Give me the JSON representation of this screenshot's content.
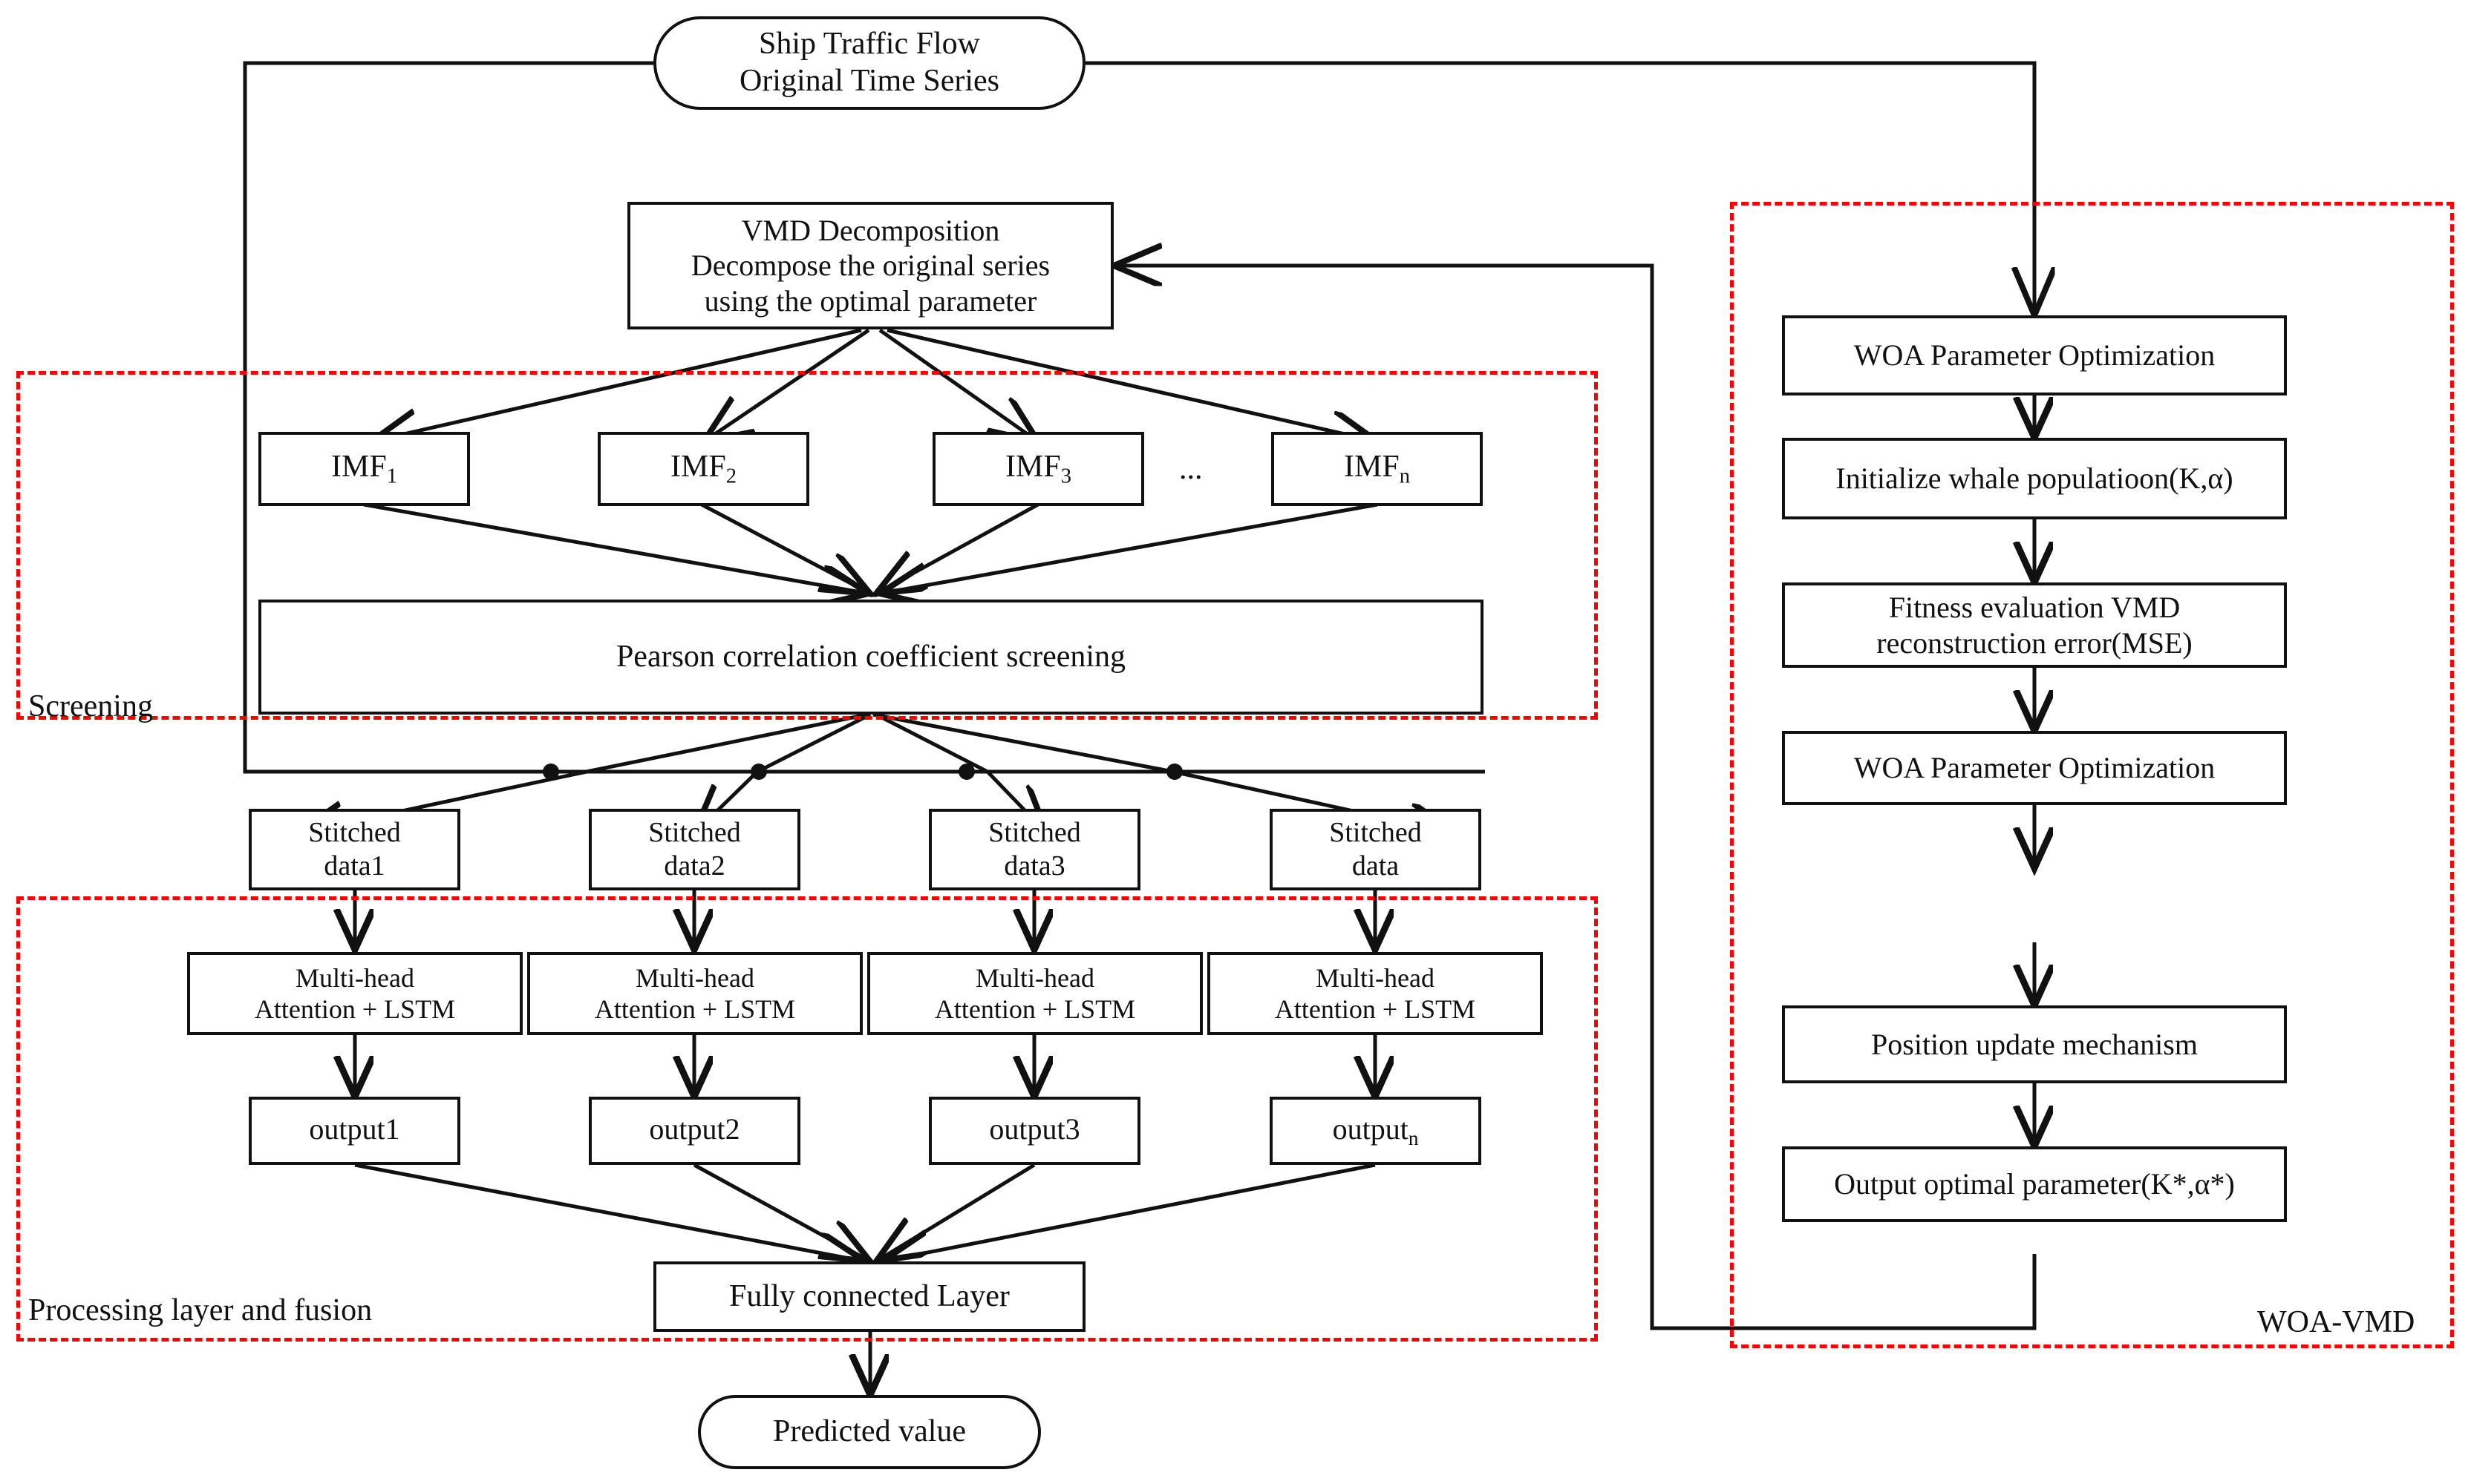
{
  "diagram": {
    "title": "WOA-VMD Multi-head Attention LSTM ship traffic flow prediction flowchart",
    "accent_dashed_color": "#fe0000",
    "line_color": "#111111",
    "groups": [
      {
        "id": "screening",
        "label": "Screening"
      },
      {
        "id": "processing",
        "label": "Processing layer and fusion"
      },
      {
        "id": "woavmd",
        "label": "WOA-VMD"
      }
    ],
    "nodes": {
      "source": {
        "label": "Ship Traffic Flow\nOriginal Time Series",
        "shape": "terminator"
      },
      "vmd": {
        "label": "VMD Decomposition\nDecompose the original series\nusing the optimal parameter",
        "shape": "process"
      },
      "imfs": [
        {
          "base": "IMF",
          "sub": "1"
        },
        {
          "base": "IMF",
          "sub": "2"
        },
        {
          "base": "IMF",
          "sub": "3"
        },
        {
          "base": "IMF",
          "sub": "n"
        }
      ],
      "imf_ellipsis": "...",
      "pearson": {
        "label": "Pearson correlation coefficient screening",
        "shape": "process"
      },
      "stitched": [
        {
          "line1": "Stitched",
          "line2": "data1"
        },
        {
          "line1": "Stitched",
          "line2": "data2"
        },
        {
          "line1": "Stitched",
          "line2": "data3"
        },
        {
          "line1": "Stitched",
          "line2": "data"
        }
      ],
      "attention": [
        {
          "line1": "Multi-head",
          "line2": "Attention + LSTM"
        },
        {
          "line1": "Multi-head",
          "line2": "Attention + LSTM"
        },
        {
          "line1": "Multi-head",
          "line2": "Attention + LSTM"
        },
        {
          "line1": "Multi-head",
          "line2": "Attention + LSTM"
        }
      ],
      "outputs": [
        {
          "base": "output1",
          "sub": ""
        },
        {
          "base": "output2",
          "sub": ""
        },
        {
          "base": "output3",
          "sub": ""
        },
        {
          "base": "output",
          "sub": "n"
        }
      ],
      "fully_connected": {
        "label": "Fully connected Layer",
        "shape": "process"
      },
      "predicted": {
        "label": "Predicted value",
        "shape": "terminator"
      },
      "woa_steps": [
        {
          "label": "WOA Parameter Optimization"
        },
        {
          "label": "Initialize whale populatioon(K,α)"
        },
        {
          "label": "Fitness evaluation VMD\nreconstruction error(MSE)"
        },
        {
          "label": "WOA Parameter Optimization"
        },
        {
          "label": "Position update mechanism"
        },
        {
          "label": "Output optimal parameter(K*,α*)"
        }
      ]
    }
  }
}
